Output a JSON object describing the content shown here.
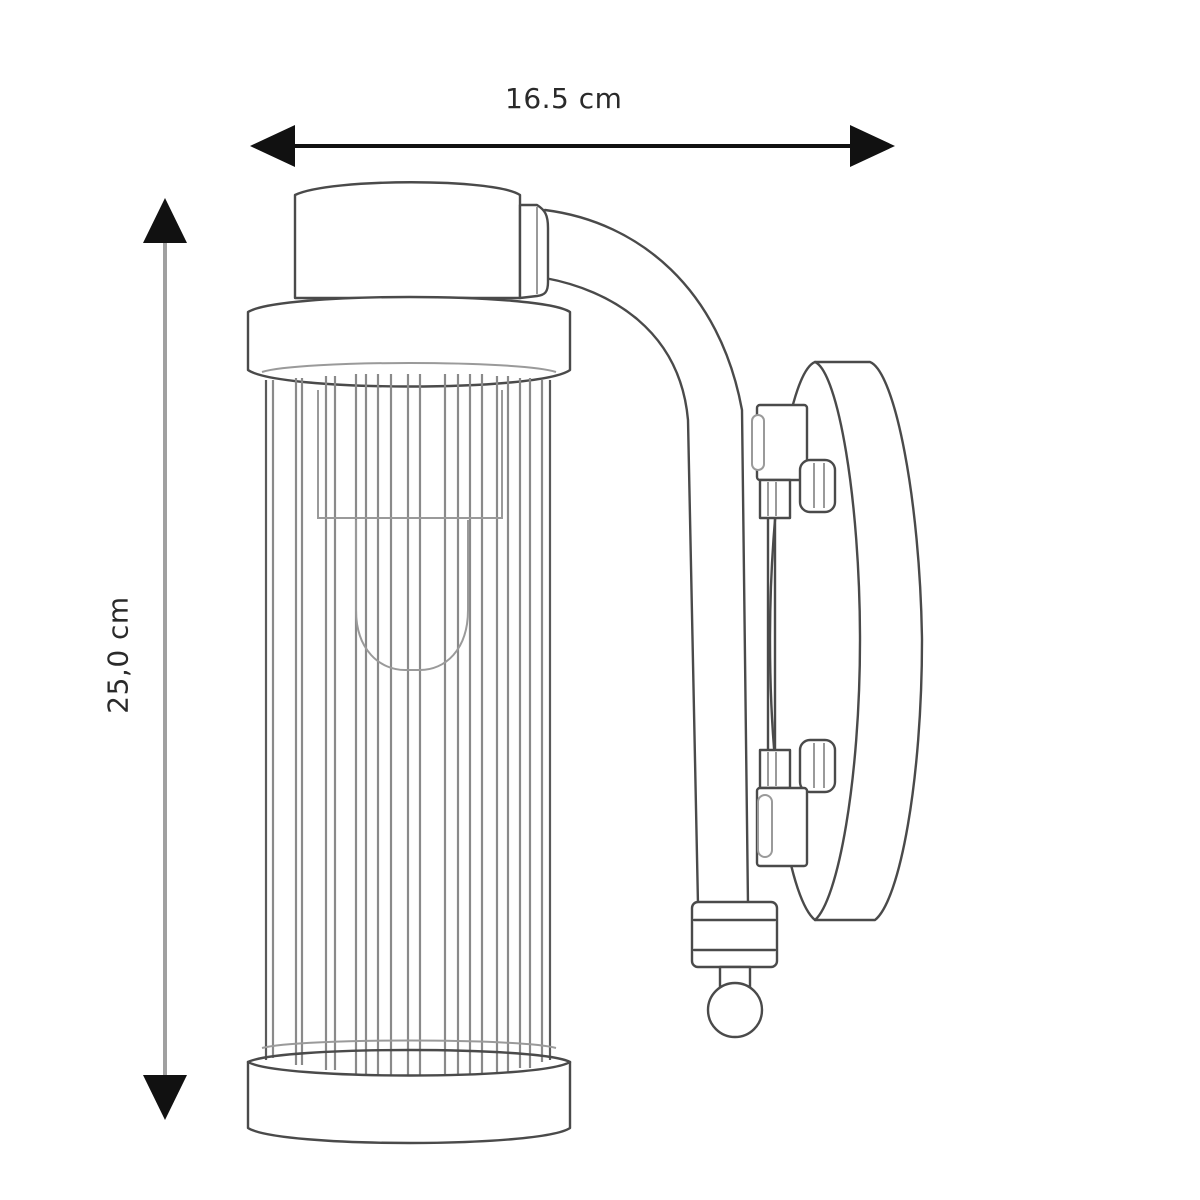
{
  "diagram": {
    "subject": "wall sconce",
    "dimensions": {
      "width": {
        "label": "16.5 cm",
        "value": 16.5,
        "unit": "cm",
        "orientation": "horizontal"
      },
      "height": {
        "label": "25,0 cm",
        "value": 25.0,
        "unit": "cm",
        "orientation": "vertical"
      }
    },
    "parts": [
      "top-cap",
      "top-collar",
      "glass-rod-cage",
      "bulb-holder",
      "bulb",
      "bottom-collar",
      "curved-arm",
      "arm-end-finial",
      "wall-plate",
      "mounting-screws"
    ],
    "colors": {
      "line": "#4a4a4a",
      "arrow": "#111111",
      "background": "#ffffff"
    }
  }
}
